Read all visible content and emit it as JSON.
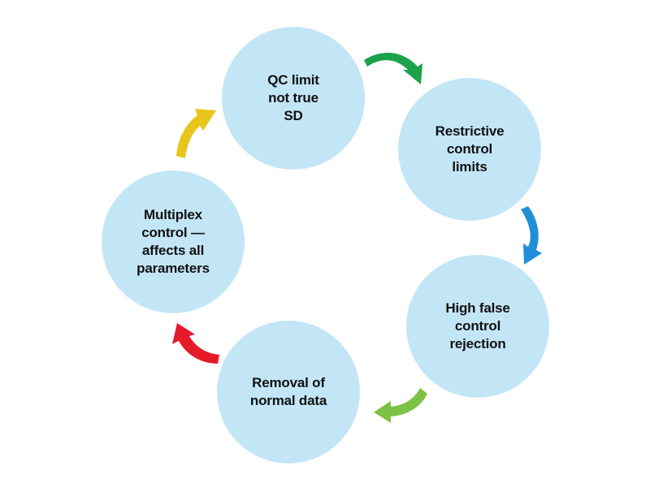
{
  "colors": {
    "node_fill": "#c3e6f7",
    "arrow_green": "#1ba24a",
    "arrow_blue": "#1f8fd8",
    "arrow_light_green": "#7dc242",
    "arrow_red": "#e51b2b",
    "arrow_yellow": "#e8c51a"
  },
  "nodes": {
    "qc_limit": {
      "label": "QC limit\nnot true\nSD"
    },
    "restrictive": {
      "label": "Restrictive\ncontrol\nlimits"
    },
    "high_false": {
      "label": "High false\ncontrol\nrejection"
    },
    "removal": {
      "label": "Removal of\nnormal data"
    },
    "multiplex": {
      "label": "Multiplex\ncontrol —\naffects all\nparameters"
    }
  },
  "arrows": [
    {
      "from": "qc_limit",
      "to": "restrictive",
      "color": "arrow_green",
      "icon": "curved-arrow-icon"
    },
    {
      "from": "restrictive",
      "to": "high_false",
      "color": "arrow_blue",
      "icon": "curved-arrow-icon"
    },
    {
      "from": "high_false",
      "to": "removal",
      "color": "arrow_light_green",
      "icon": "curved-arrow-icon"
    },
    {
      "from": "removal",
      "to": "multiplex",
      "color": "arrow_red",
      "icon": "curved-arrow-icon"
    },
    {
      "from": "multiplex",
      "to": "qc_limit",
      "color": "arrow_yellow",
      "icon": "curved-arrow-icon"
    }
  ]
}
